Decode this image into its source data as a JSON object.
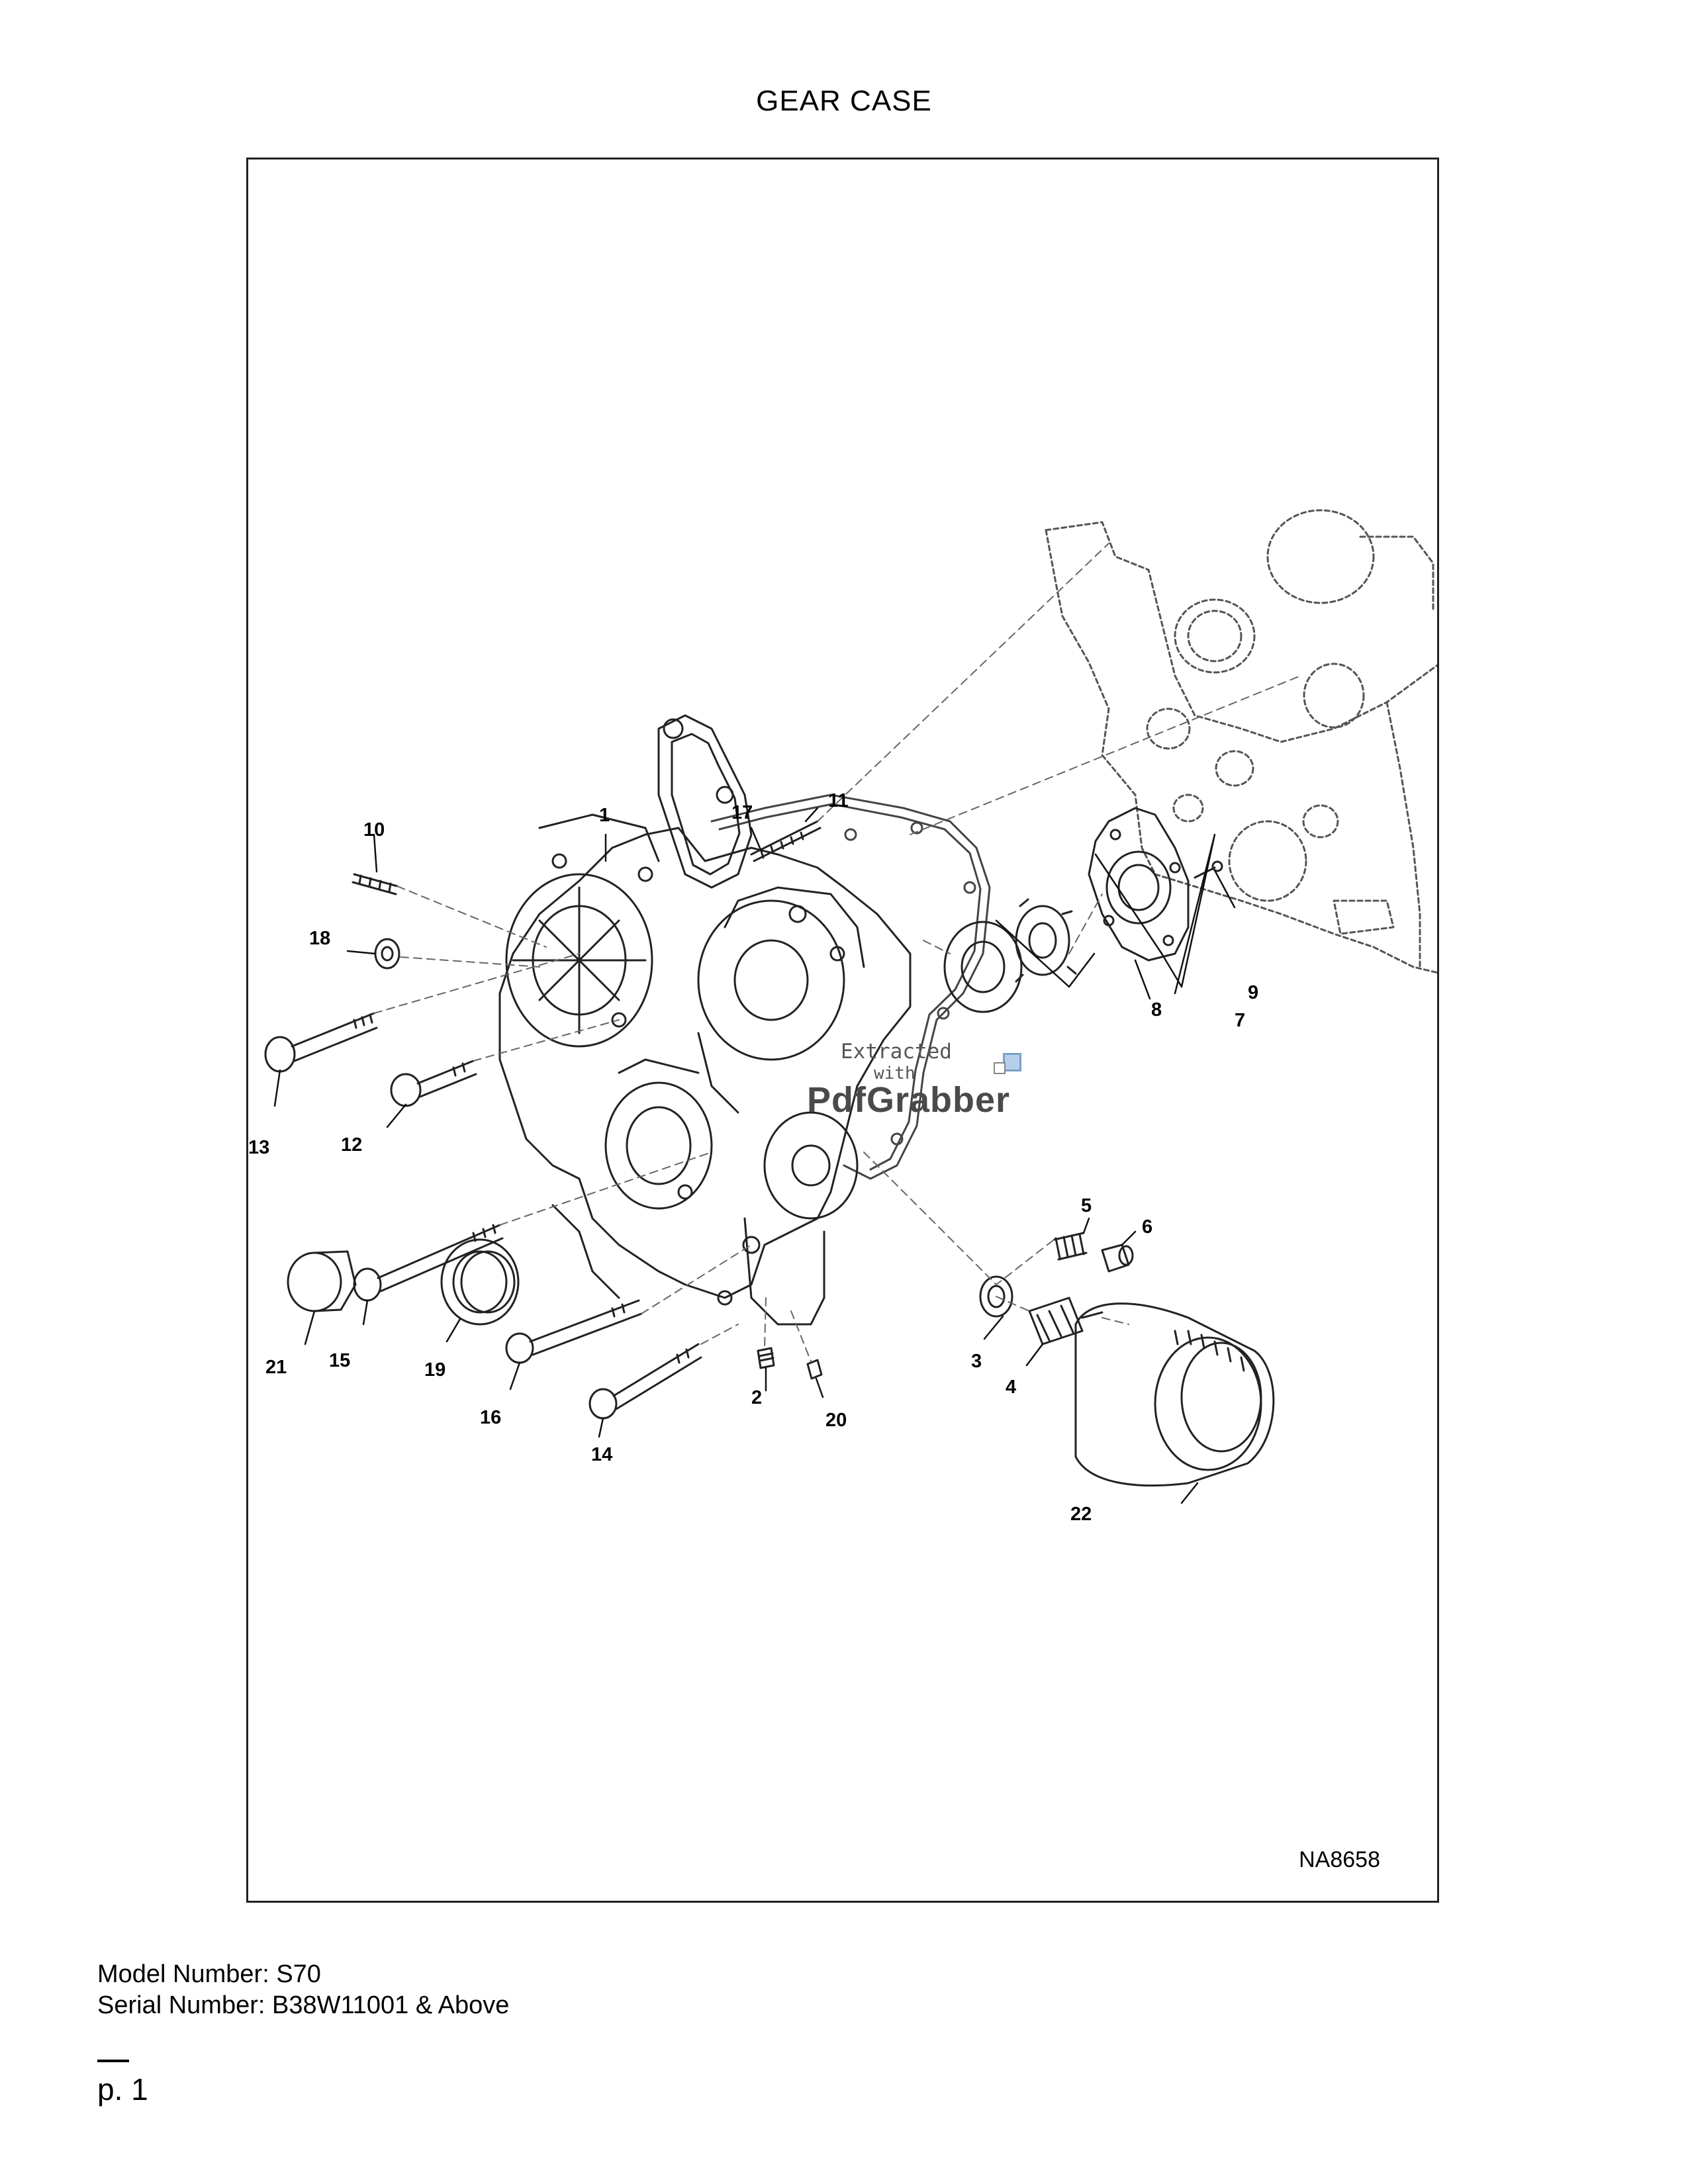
{
  "page": {
    "title": "GEAR CASE",
    "figure_id": "NA8658",
    "model_number": "Model Number: S70",
    "serial_number": "Serial Number: B38W11001 & Above",
    "page_number": "p. 1"
  },
  "watermark": {
    "line1": "Extracted",
    "line2": "with",
    "brand": "PdfGrabber"
  },
  "callouts": {
    "c1": "1",
    "c2": "2",
    "c3": "3",
    "c4": "4",
    "c5": "5",
    "c6": "6",
    "c7": "7",
    "c8": "8",
    "c9": "9",
    "c10": "10",
    "c11": "11",
    "c12": "12",
    "c13": "13",
    "c14": "14",
    "c15": "15",
    "c16": "16",
    "c17": "17",
    "c18": "18",
    "c19": "19",
    "c20": "20",
    "c21": "21",
    "c22": "22"
  }
}
